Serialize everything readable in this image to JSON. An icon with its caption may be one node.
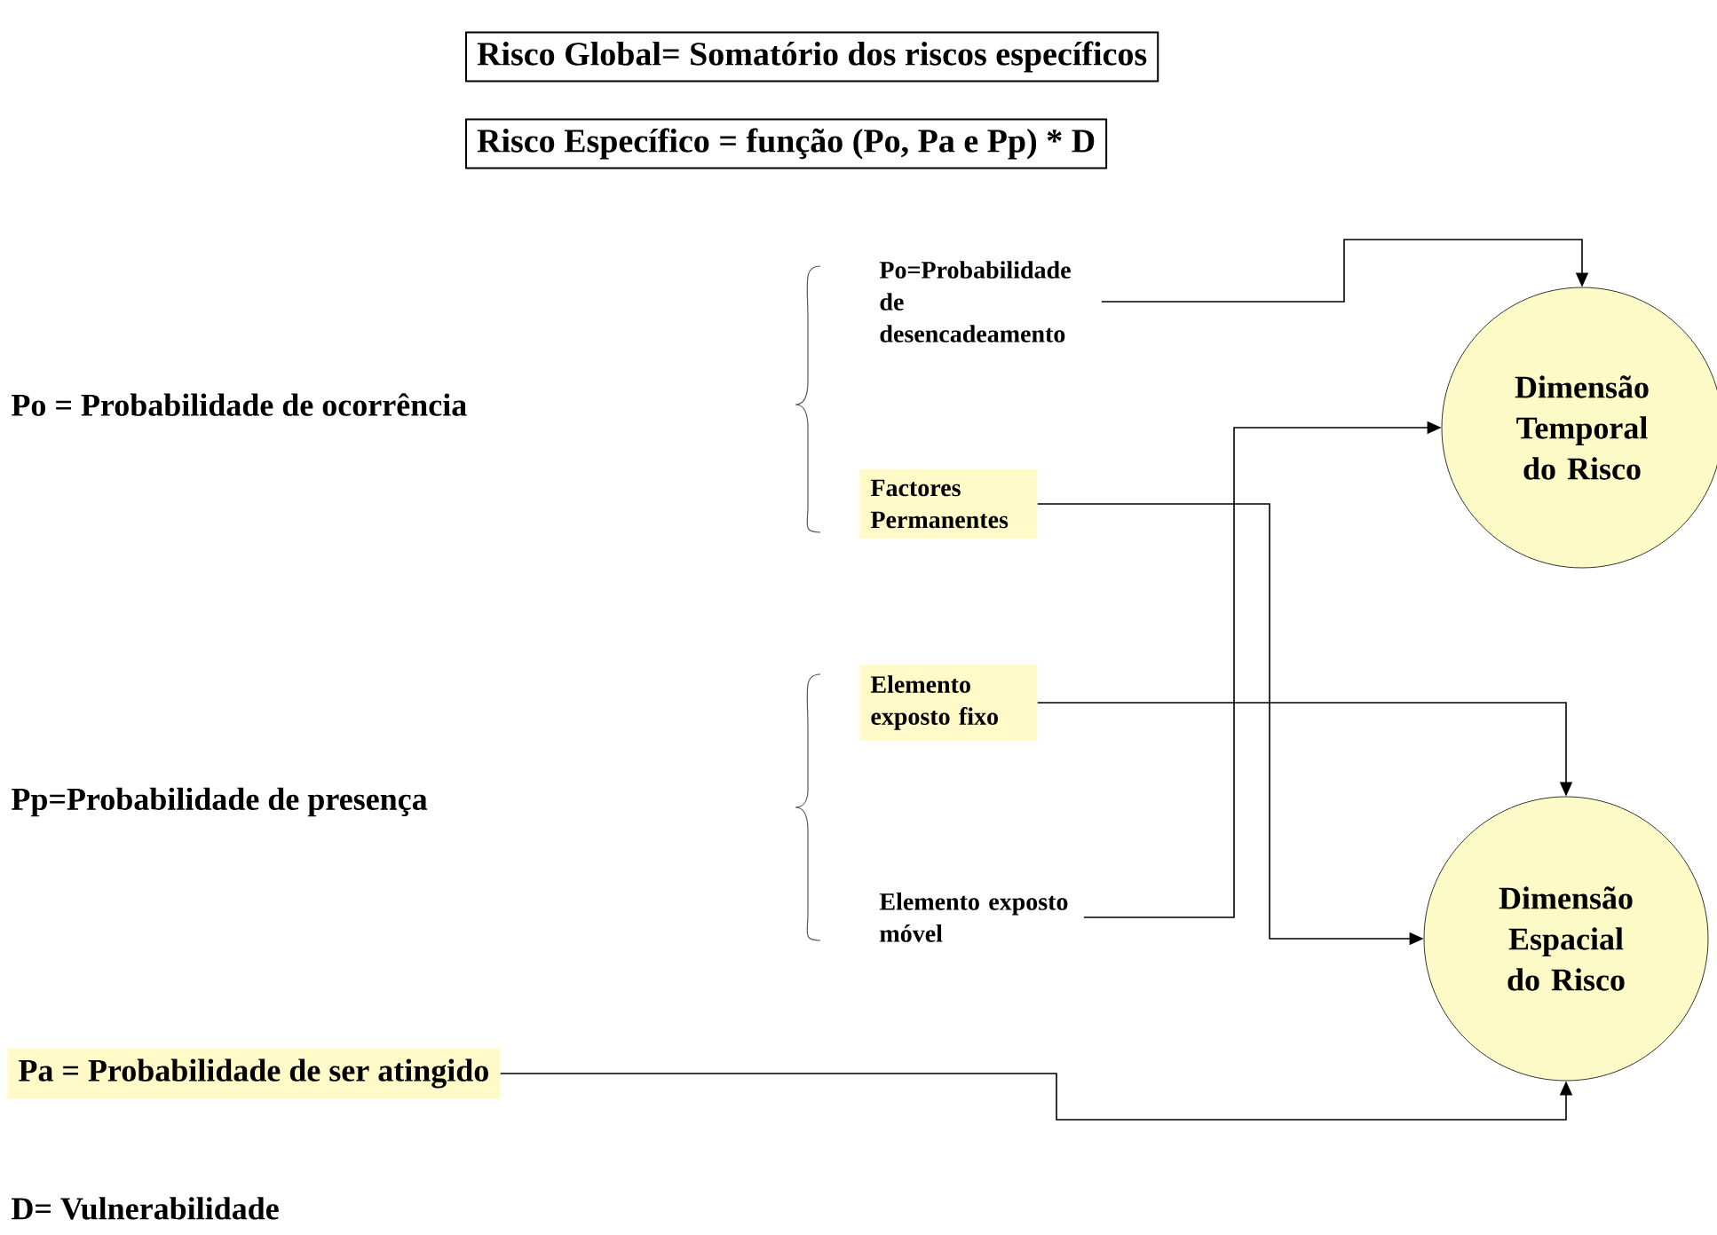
{
  "diagram": {
    "nodes": [
      {
        "text": [
          "Risco Global= Somatório dos riscos específicos"
        ]
      },
      {
        "text": [
          "Risco Específico = função (Po, Pa e Pp) * D"
        ]
      },
      {
        "text": [
          "Po=Probabilidade de desencadeamento"
        ]
      },
      {
        "text": [
          "Factores Permanentes"
        ]
      },
      {
        "text": [
          "Elemento exposto fixo"
        ]
      },
      {
        "text": [
          "Elemento exposto móvel"
        ]
      },
      {
        "text": [
          "Pa = Probabilidade de ser atingido"
        ]
      },
      {
        "text": [
          "Dimensão Temporal do Risco"
        ]
      },
      {
        "text": [
          "Dimensão Espacial do Risco"
        ]
      }
    ],
    "edges": [
      {
        "from": 2,
        "to": 7,
        "arrow": "to"
      },
      {
        "from": 5,
        "to": 7,
        "arrow": "to"
      },
      {
        "from": 3,
        "to": 8,
        "arrow": "to"
      },
      {
        "from": 4,
        "to": 8,
        "arrow": "to"
      },
      {
        "from": 6,
        "to": 8,
        "arrow": "to"
      }
    ],
    "labels": [
      "Po = Probabilidade de ocorrência",
      "Pp=Probabilidade de presença",
      "D= Vulnerabilidade"
    ]
  }
}
